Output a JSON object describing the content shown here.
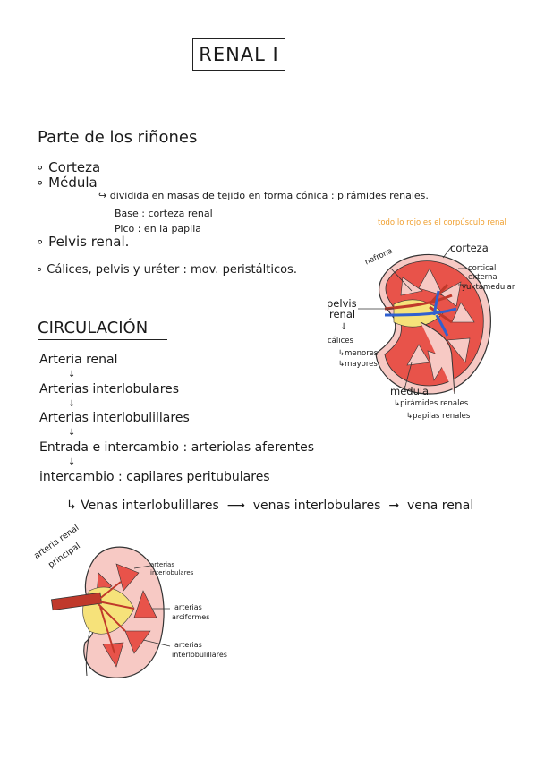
{
  "title": "RENAL I",
  "section1": {
    "heading": "Parte de los riñones",
    "items": [
      "Corteza",
      "Médula",
      "dividida en masas de tejido en forma cónica : pirámides renales.",
      "Base : corteza renal",
      "Pico : en la papila",
      "Pelvis renal.",
      "Cálices, pelvis y uréter : mov. peristálticos."
    ]
  },
  "kidney1": {
    "note": "todo lo rojo es el corpúsculo renal",
    "labels": {
      "corteza": "corteza",
      "cortical": "cortical",
      "externa": "externa",
      "yuxtamedular": "yuxtamedular",
      "nefrona": "nefrona",
      "pelvis": "pelvis",
      "renal": "renal",
      "calices": "cálices",
      "menores": "menores",
      "mayores": "mayores",
      "medula": "médula",
      "piramides": "pirámides renales",
      "papilas": "papilas renales"
    }
  },
  "section2": {
    "heading": "CIRCULACIÓN",
    "steps": [
      "Arteria renal",
      "Arterias interlobulares",
      "Arterias interlobulillares",
      "Entrada e intercambio : arteriolas aferentes",
      "intercambio : capilares peritubulares"
    ],
    "venous": [
      "Venas interlobulillares",
      "venas interlobulares",
      "vena renal"
    ]
  },
  "kidney2": {
    "labels": {
      "arteria_renal": "arteria renal",
      "principal": "principal",
      "arterias_int_1": "arterias",
      "arterias_int_2": "interlobulares",
      "arterias_arc_1": "arterias",
      "arterias_arc_2": "arciformes",
      "arterias_il_1": "arterias",
      "arterias_il_2": "interlobulillares"
    }
  },
  "colors": {
    "accent_note": "#f0a030",
    "kidney_red": "#e8534a",
    "kidney_pink": "#f7c9c4",
    "artery_red": "#c0392b",
    "vein_blue": "#3060d0",
    "pelvis_yellow": "#f6e27a"
  }
}
